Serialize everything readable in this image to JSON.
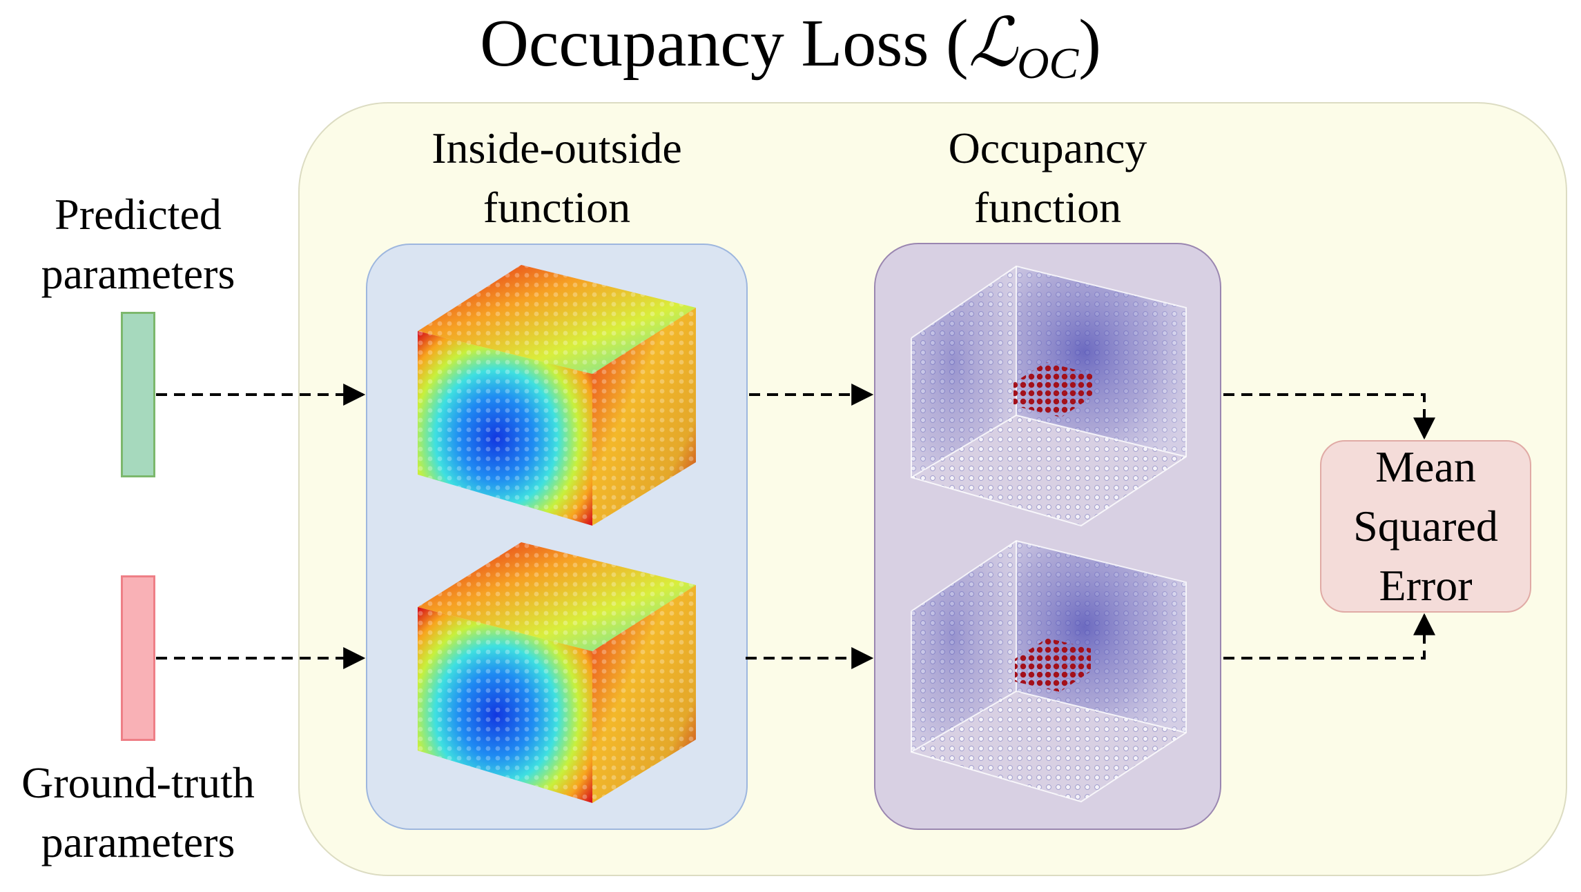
{
  "title": {
    "prefix": "Occupancy Loss (",
    "math": "ℒ",
    "sub": "OC",
    "suffix": ")"
  },
  "inputs": {
    "predicted": [
      "Predicted",
      "parameters"
    ],
    "ground_truth": [
      "Ground-truth",
      "parameters"
    ]
  },
  "stages": {
    "inside_outside": [
      "Inside-outside",
      "function"
    ],
    "occupancy": [
      "Occupancy",
      "function"
    ]
  },
  "output": [
    "Mean",
    "Squared",
    "Error"
  ],
  "colors": {
    "container": "#fcfce8",
    "inside_outside_panel": "#dae4f2",
    "occupancy_panel": "#d8d0e3",
    "mse_box": "#f4dcd9",
    "predicted_bar": "#a6d9bd",
    "ground_truth_bar": "#f9b1b6",
    "occupied_points": "#8b0d14"
  }
}
